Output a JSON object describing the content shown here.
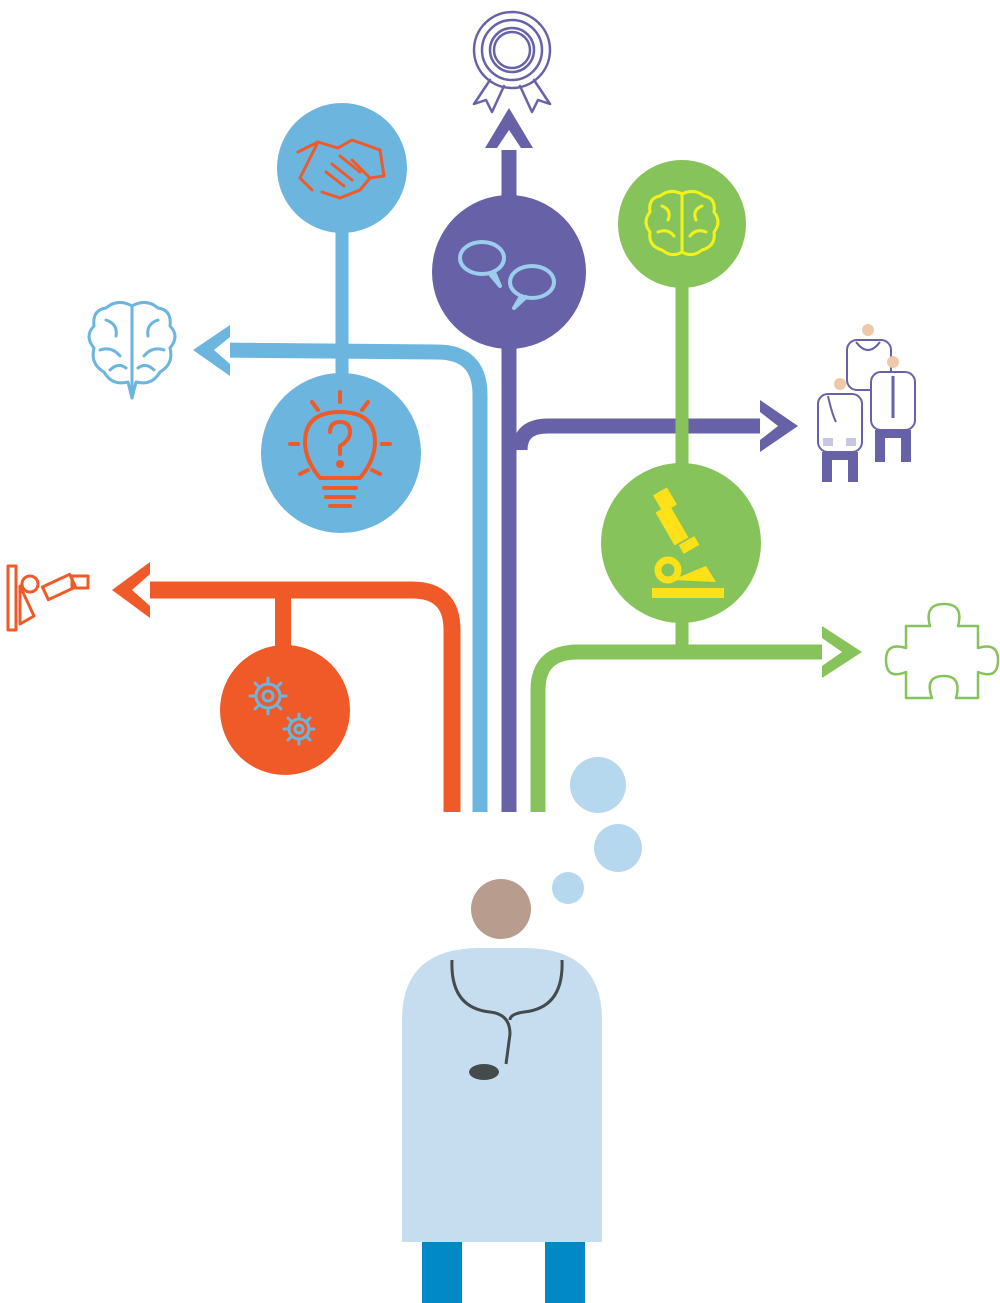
{
  "colors": {
    "orange": "#F05A28",
    "blue": "#6BB5DF",
    "purple": "#6762A8",
    "green": "#86C45B",
    "light_blue": "#C5DDEF",
    "thought_bubble": "#B6D8EE",
    "head": "#B89C8E",
    "legs": "#0088C7",
    "stethoscope": "#454B4D",
    "yellow": "#FFE11A",
    "neon_yellow": "#F3F31B",
    "skin": "#EFC8A8"
  },
  "nodes": [
    {
      "id": "handshake",
      "branch": "blue",
      "icon": "handshake-icon"
    },
    {
      "id": "lightbulb",
      "branch": "blue",
      "icon": "lightbulb-question-icon"
    },
    {
      "id": "chat",
      "branch": "purple",
      "icon": "speech-bubbles-icon"
    },
    {
      "id": "brain",
      "branch": "green",
      "icon": "brain-icon"
    },
    {
      "id": "microscope",
      "branch": "green",
      "icon": "microscope-icon"
    },
    {
      "id": "gears",
      "branch": "orange",
      "icon": "gears-icon"
    }
  ],
  "destinations": [
    {
      "branch": "purple",
      "icon": "award-ribbon-icon"
    },
    {
      "branch": "blue",
      "icon": "brain-outline-icon"
    },
    {
      "branch": "purple",
      "icon": "doctors-team-icon"
    },
    {
      "branch": "green",
      "icon": "puzzle-piece-icon"
    },
    {
      "branch": "orange",
      "icon": "microscope-outline-icon"
    }
  ],
  "figure": {
    "icon": "doctor-figure"
  }
}
